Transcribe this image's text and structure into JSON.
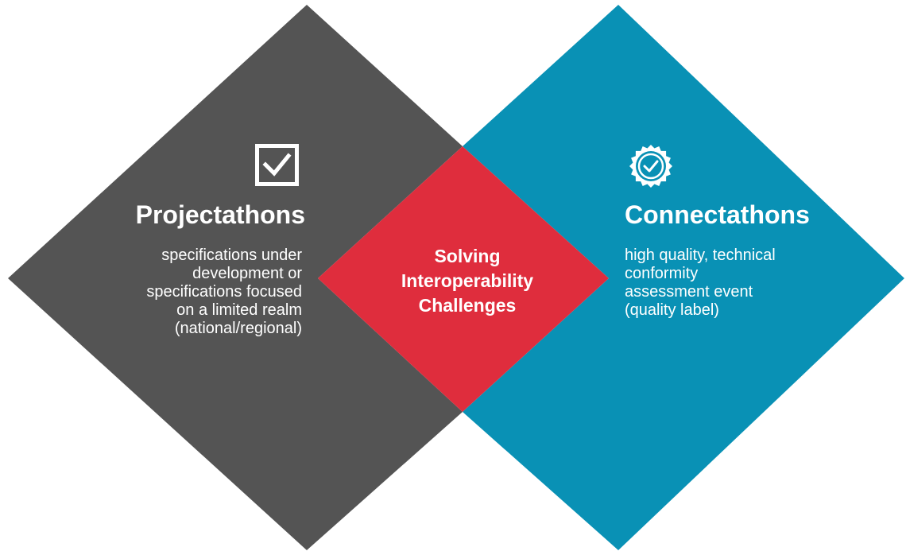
{
  "colors": {
    "left_diamond": "#545454",
    "right_diamond": "#0991b5",
    "center_diamond": "#df2d3d",
    "text": "#ffffff",
    "background": "#ffffff"
  },
  "icons": {
    "left": "checkbox-checked-icon",
    "right": "badge-check-icon"
  },
  "left": {
    "title": "Projectathons",
    "description_lines": [
      "specifications under",
      "development or",
      "specifications focused",
      "on a limited realm",
      "(national/regional)"
    ]
  },
  "center": {
    "label_lines": [
      "Solving",
      "Interoperability",
      "Challenges"
    ]
  },
  "right": {
    "title": "Connectathons",
    "description_lines": [
      "high quality, technical",
      "conformity",
      "assessment event",
      "(quality label)"
    ]
  }
}
